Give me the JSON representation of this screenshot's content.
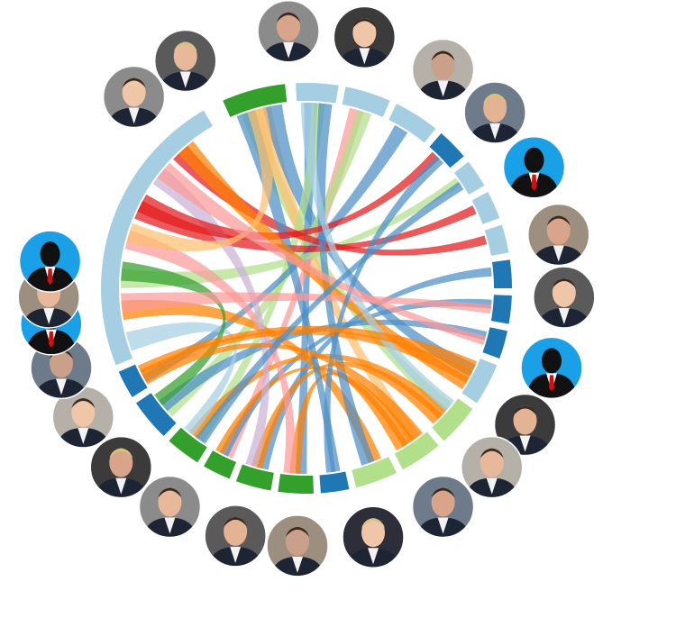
{
  "diagram": {
    "type": "chord",
    "colors": {
      "light_blue": "#a6cee3",
      "dark_blue": "#1f78b4",
      "mid_blue": "#4c8fc6",
      "light_green": "#b2df8a",
      "green": "#33a02c",
      "pink": "#fb9a99",
      "red": "#e31a1c",
      "light_orange": "#fdbf6f",
      "orange": "#ff7f00",
      "lavender": "#cab2d6"
    },
    "groups": [
      {
        "id": "g01",
        "color": "green"
      },
      {
        "id": "g02",
        "color": "light_blue"
      },
      {
        "id": "g03",
        "color": "light_blue"
      },
      {
        "id": "g04",
        "color": "light_blue"
      },
      {
        "id": "g05",
        "color": "dark_blue"
      },
      {
        "id": "g06",
        "color": "light_blue"
      },
      {
        "id": "g07",
        "color": "light_blue"
      },
      {
        "id": "g08",
        "color": "light_blue"
      },
      {
        "id": "g09",
        "color": "dark_blue"
      },
      {
        "id": "g10",
        "color": "dark_blue"
      },
      {
        "id": "g11",
        "color": "dark_blue"
      },
      {
        "id": "g12",
        "color": "light_blue"
      },
      {
        "id": "g13",
        "color": "light_green"
      },
      {
        "id": "g14",
        "color": "light_green"
      },
      {
        "id": "g15",
        "color": "light_green"
      },
      {
        "id": "g16",
        "color": "dark_blue"
      },
      {
        "id": "g17",
        "color": "green"
      },
      {
        "id": "g18",
        "color": "green"
      },
      {
        "id": "g19",
        "color": "green"
      },
      {
        "id": "g20",
        "color": "green"
      },
      {
        "id": "g21",
        "color": "dark_blue"
      },
      {
        "id": "g22",
        "color": "dark_blue"
      },
      {
        "id": "g23",
        "color": "light_blue"
      }
    ],
    "portraits": [
      {
        "id": "p01",
        "kind": "photo"
      },
      {
        "id": "p02",
        "kind": "photo"
      },
      {
        "id": "p03",
        "kind": "photo"
      },
      {
        "id": "p04",
        "kind": "photo"
      },
      {
        "id": "p05",
        "kind": "photo"
      },
      {
        "id": "p06",
        "kind": "silhouette"
      },
      {
        "id": "p07",
        "kind": "photo"
      },
      {
        "id": "p08",
        "kind": "photo"
      },
      {
        "id": "p09",
        "kind": "silhouette"
      },
      {
        "id": "p10",
        "kind": "photo"
      },
      {
        "id": "p11",
        "kind": "photo"
      },
      {
        "id": "p12",
        "kind": "photo"
      },
      {
        "id": "p13",
        "kind": "photo"
      },
      {
        "id": "p14",
        "kind": "photo"
      },
      {
        "id": "p15",
        "kind": "photo"
      },
      {
        "id": "p16",
        "kind": "photo"
      },
      {
        "id": "p17",
        "kind": "photo"
      },
      {
        "id": "p18",
        "kind": "photo"
      },
      {
        "id": "p19",
        "kind": "photo"
      },
      {
        "id": "p20",
        "kind": "silhouette"
      },
      {
        "id": "p21",
        "kind": "photo"
      },
      {
        "id": "p22",
        "kind": "silhouette"
      },
      {
        "id": "p23",
        "kind": "photo"
      }
    ],
    "links": [
      {
        "source": "g01",
        "target": "g13",
        "color": "light_green"
      },
      {
        "source": "g01",
        "target": "g14",
        "color": "light_orange"
      },
      {
        "source": "g01",
        "target": "g12",
        "color": "mid_blue"
      },
      {
        "source": "g02",
        "target": "g17",
        "color": "mid_blue"
      },
      {
        "source": "g02",
        "target": "g20",
        "color": "light_green"
      },
      {
        "source": "g03",
        "target": "g19",
        "color": "pink"
      },
      {
        "source": "g03",
        "target": "g21",
        "color": "light_green"
      },
      {
        "source": "g04",
        "target": "g22",
        "color": "mid_blue"
      },
      {
        "source": "g06",
        "target": "g23",
        "color": "light_green"
      },
      {
        "source": "g07",
        "target": "g23",
        "color": "red"
      },
      {
        "source": "g08",
        "target": "g23",
        "color": "red"
      },
      {
        "source": "g09",
        "target": "g18",
        "color": "mid_blue"
      },
      {
        "source": "g10",
        "target": "g19",
        "color": "mid_blue"
      },
      {
        "source": "g11",
        "target": "g21",
        "color": "mid_blue"
      },
      {
        "source": "g13",
        "target": "g20",
        "color": "orange"
      },
      {
        "source": "g14",
        "target": "g19",
        "color": "orange"
      },
      {
        "source": "g14",
        "target": "g17",
        "color": "orange"
      },
      {
        "source": "g13",
        "target": "g18",
        "color": "orange"
      },
      {
        "source": "g15",
        "target": "g23",
        "color": "orange"
      },
      {
        "source": "g15",
        "target": "g02",
        "color": "mid_blue"
      },
      {
        "source": "g16",
        "target": "g01",
        "color": "mid_blue"
      },
      {
        "source": "g17",
        "target": "g23",
        "color": "pink"
      },
      {
        "source": "g18",
        "target": "g23",
        "color": "lavender"
      },
      {
        "source": "g20",
        "target": "g23",
        "color": "light_blue"
      },
      {
        "source": "g21",
        "target": "g23",
        "color": "green"
      },
      {
        "source": "g22",
        "target": "g12",
        "color": "orange"
      },
      {
        "source": "g23",
        "target": "g05",
        "color": "red"
      },
      {
        "source": "g23",
        "target": "g12",
        "color": "orange"
      },
      {
        "source": "g23",
        "target": "g10",
        "color": "pink"
      },
      {
        "source": "g01",
        "target": "g23",
        "color": "light_orange"
      },
      {
        "source": "g02",
        "target": "g13",
        "color": "light_blue"
      },
      {
        "source": "g05",
        "target": "g16",
        "color": "mid_blue"
      },
      {
        "source": "g12",
        "target": "g22",
        "color": "orange"
      },
      {
        "source": "g14",
        "target": "g22",
        "color": "orange"
      },
      {
        "source": "g11",
        "target": "g23",
        "color": "pink"
      },
      {
        "source": "g06",
        "target": "g20",
        "color": "mid_blue"
      }
    ]
  }
}
